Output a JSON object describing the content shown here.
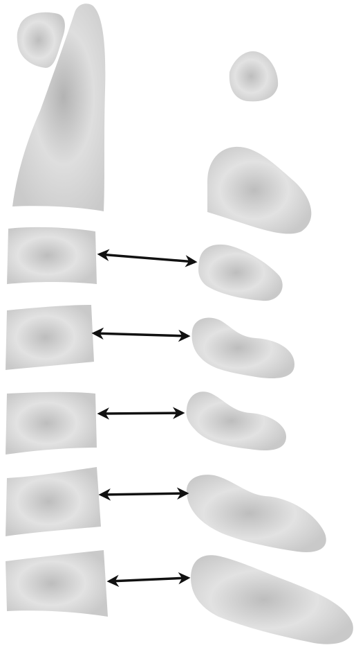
{
  "diagram": {
    "title": "",
    "fill_light": "#f4f4f4",
    "fill_dark": "#bdbdbd",
    "arrow_color": "#111111",
    "left_column_label": "",
    "right_column_label": "",
    "pairs": [
      {
        "label": "",
        "arrow": "double-headed-arrow"
      },
      {
        "label": "",
        "arrow": "double-headed-arrow"
      },
      {
        "label": "",
        "arrow": "double-headed-arrow"
      },
      {
        "label": "",
        "arrow": "double-headed-arrow"
      },
      {
        "label": "",
        "arrow": "double-headed-arrow"
      }
    ]
  }
}
